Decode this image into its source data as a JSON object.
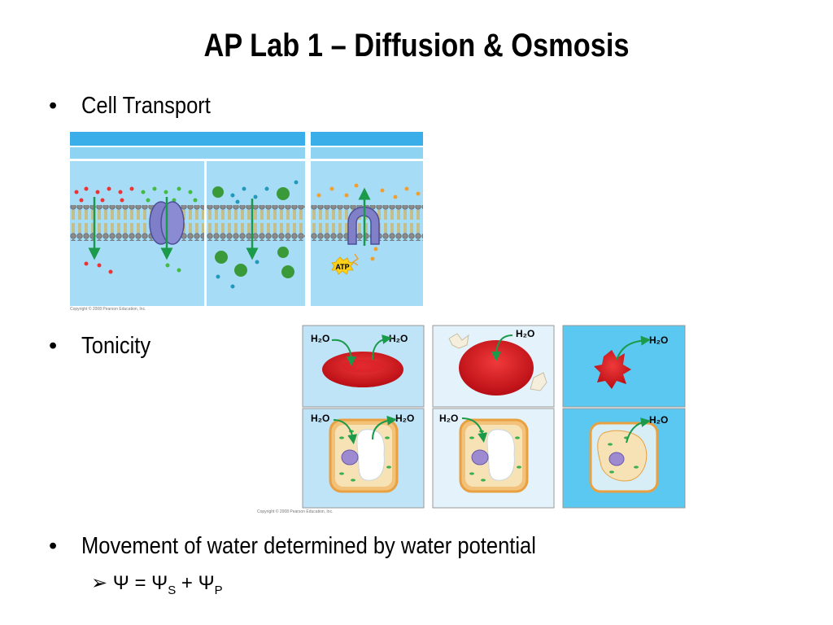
{
  "slide": {
    "title": "AP Lab 1 – Diffusion & Osmosis",
    "bullets": [
      {
        "marker": "•",
        "text": "Cell Transport"
      },
      {
        "marker": "•",
        "text": "Tonicity"
      },
      {
        "marker": "•",
        "text": "Movement of water determined by water potential"
      }
    ],
    "sub_bullet": {
      "marker": "➢",
      "psi": "Ψ = Ψ",
      "sub_s": "S",
      "plus": " + Ψ",
      "sub_p": "P"
    }
  },
  "transport_figure": {
    "atp_label": "ATP",
    "copyright": "Copyright © 2008 Pearson Education, Inc."
  },
  "tonicity_figure": {
    "h2o_label": "H₂O",
    "copyright": "Copyright © 2008 Pearson Education, Inc."
  }
}
